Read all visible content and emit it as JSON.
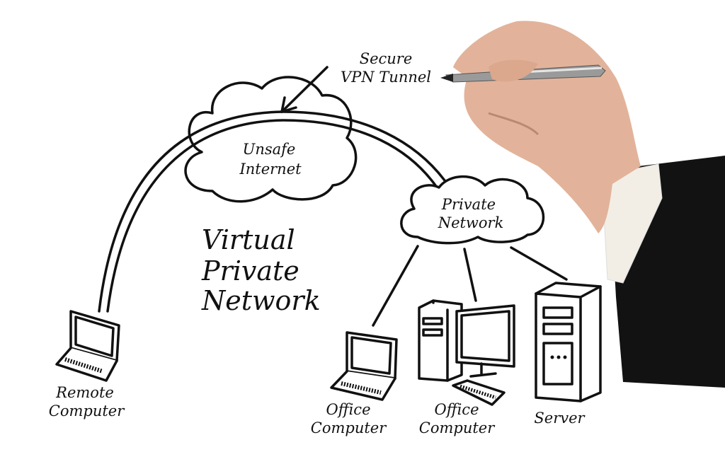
{
  "title": [
    "Virtual",
    "Private",
    "Network"
  ],
  "annotation": [
    "Secure",
    "VPN Tunnel"
  ],
  "clouds": {
    "internet": [
      "Unsafe",
      "Internet"
    ],
    "private": [
      "Private",
      "Network"
    ]
  },
  "devices": {
    "remote": [
      "Remote",
      "Computer"
    ],
    "office_laptop": [
      "Office",
      "Computer"
    ],
    "office_desktop": [
      "Office",
      "Computer"
    ],
    "server": [
      "Server"
    ]
  },
  "icons": [
    "cloud-icon",
    "laptop-icon",
    "desktop-computer-icon",
    "server-icon",
    "arrow-icon",
    "hand-with-pen"
  ],
  "colors": {
    "ink": "#111111",
    "background": "#ffffff",
    "sleeve": "#121212",
    "skin": "#e2b39a"
  }
}
